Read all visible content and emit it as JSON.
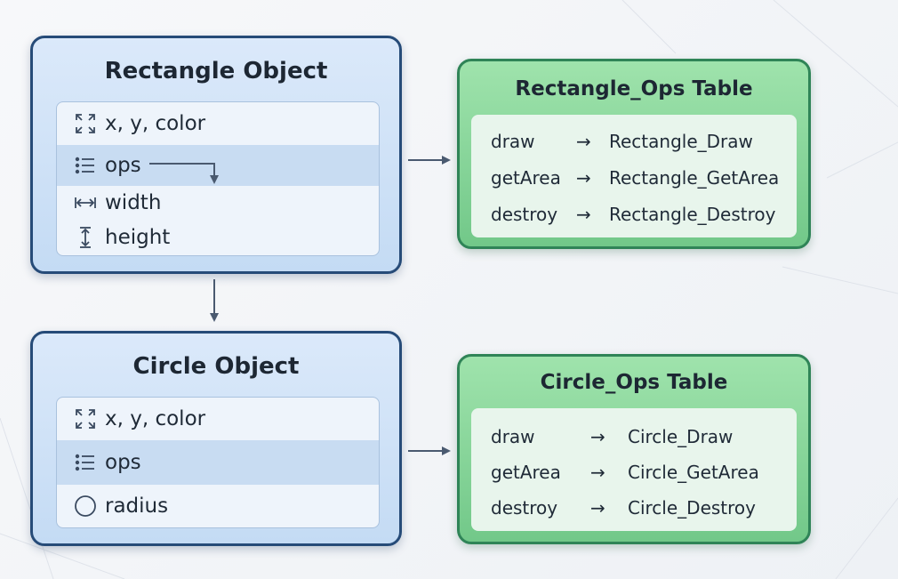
{
  "rect_object": {
    "title": "Rectangle Object",
    "fields": [
      {
        "label": "x, y, color",
        "icon": "move-icon"
      },
      {
        "label": "ops",
        "icon": "list-icon"
      },
      {
        "label": "width",
        "icon": "width-icon"
      },
      {
        "label": "height",
        "icon": "height-icon"
      }
    ]
  },
  "circle_object": {
    "title": "Circle Object",
    "fields": [
      {
        "label": "x, y, color",
        "icon": "move-icon"
      },
      {
        "label": "ops",
        "icon": "list-icon"
      },
      {
        "label": "radius",
        "icon": "circle-icon"
      }
    ]
  },
  "rect_table": {
    "title": "Rectangle_Ops Table",
    "rows": [
      {
        "key": "draw",
        "arrow": "→",
        "value": "Rectangle_Draw"
      },
      {
        "key": "getArea",
        "arrow": "→",
        "value": "Rectangle_GetArea"
      },
      {
        "key": "destroy",
        "arrow": "→",
        "value": "Rectangle_Destroy"
      }
    ]
  },
  "circle_table": {
    "title": "Circle_Ops Table",
    "rows": [
      {
        "key": "draw",
        "arrow": "→",
        "value": "Circle_Draw"
      },
      {
        "key": "getArea",
        "arrow": "→",
        "value": "Circle_GetArea"
      },
      {
        "key": "destroy",
        "arrow": "→",
        "value": "Circle_Destroy"
      }
    ]
  },
  "colors": {
    "object_fill": "#c4dbf4",
    "object_border": "#264b78",
    "table_fill": "#72c889",
    "table_border": "#2f8457",
    "arrow": "#4a5a70"
  }
}
